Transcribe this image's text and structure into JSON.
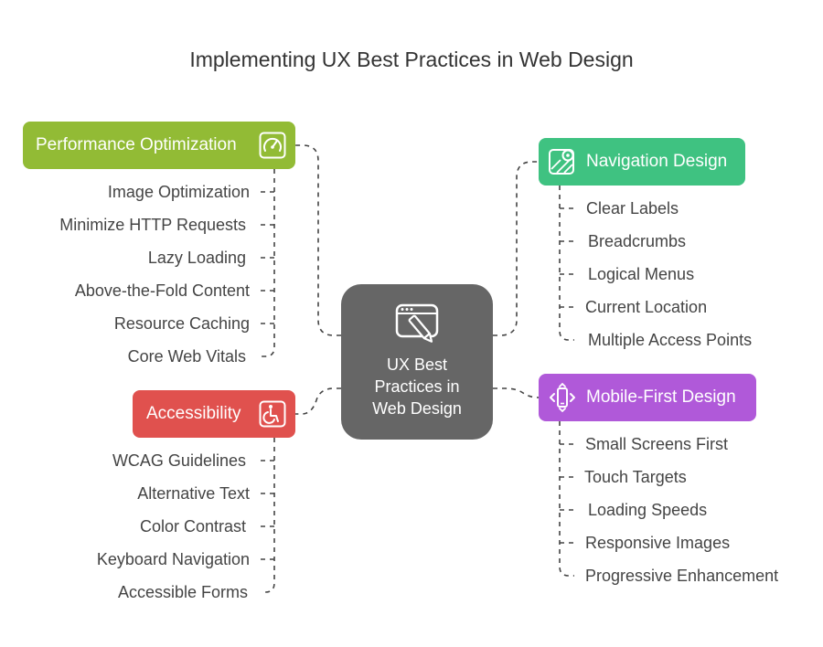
{
  "title": "Implementing UX Best Practices in Web Design",
  "center": {
    "lines": [
      "UX Best",
      "Practices in",
      "Web Design"
    ],
    "icon": "tablet-pen-icon"
  },
  "categories": {
    "performance": {
      "label": "Performance Optimization",
      "icon": "speedometer-icon",
      "color": "#92bb35",
      "items": [
        "Image Optimization",
        "Minimize HTTP Requests",
        "Lazy Loading",
        "Above-the-Fold Content",
        "Resource Caching",
        "Core Web Vitals"
      ]
    },
    "accessibility": {
      "label": "Accessibility",
      "icon": "wheelchair-icon",
      "color": "#e0514e",
      "items": [
        "WCAG Guidelines",
        "Alternative Text",
        "Color Contrast",
        "Keyboard Navigation",
        "Accessible Forms"
      ]
    },
    "navigation": {
      "label": "Navigation Design",
      "icon": "map-icon",
      "color": "#3fc281",
      "items": [
        "Clear Labels",
        "Breadcrumbs",
        "Logical Menus",
        "Current Location",
        "Multiple Access Points"
      ]
    },
    "mobile": {
      "label": "Mobile-First Design",
      "icon": "mobile-resize-icon",
      "color": "#b059d9",
      "items": [
        "Small Screens First",
        "Touch Targets",
        "Loading Speeds",
        "Responsive Images",
        "Progressive Enhancement"
      ]
    }
  }
}
